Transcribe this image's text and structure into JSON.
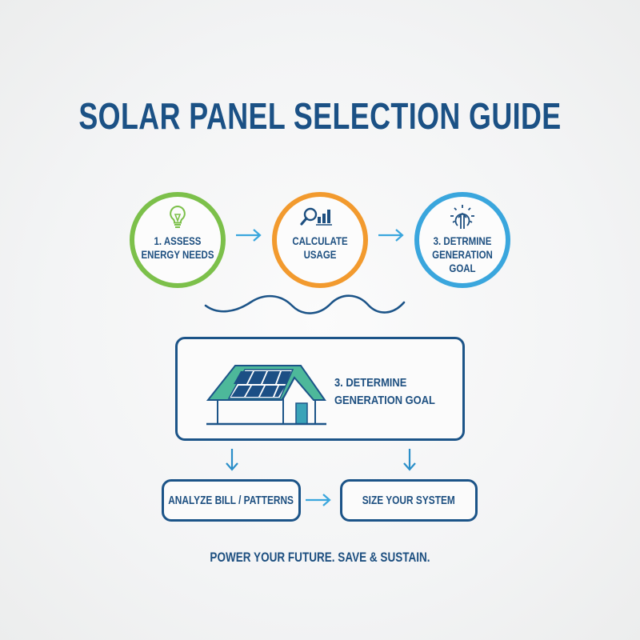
{
  "title": "SOLAR PANEL SELECTION GUIDE",
  "colors": {
    "primary_navy": "#1b5185",
    "green": "#7cc04a",
    "orange": "#f29a2e",
    "sky_blue": "#3aa6dd",
    "teal_roof": "#4db89a",
    "door": "#3aa3b8"
  },
  "steps": [
    {
      "label_line1": "1. ASSESS",
      "label_line2": "ENERGY NEEDS",
      "icon": "lightbulb-icon",
      "color": "#7cc04a"
    },
    {
      "label_line1": "CALCULATE",
      "label_line2": "USAGE",
      "icon": "magnifier-bar-chart-icon",
      "color": "#f29a2e"
    },
    {
      "label_line1": "3. DETRMINE",
      "label_line2": "GENERATION GOAL",
      "icon": "sun-arrow-up-icon",
      "color": "#3aa6dd"
    }
  ],
  "detail": {
    "label_line1": "3. DETERMINE",
    "label_line2": "GENERATION GOAL",
    "icon": "house-solar-panels-icon"
  },
  "substeps": [
    {
      "label": "ANALYZE BILL / PATTERNS"
    },
    {
      "label": "SIZE YOUR SYSTEM"
    }
  ],
  "tagline": "POWER YOUR FUTURE. SAVE & SUSTAIN."
}
